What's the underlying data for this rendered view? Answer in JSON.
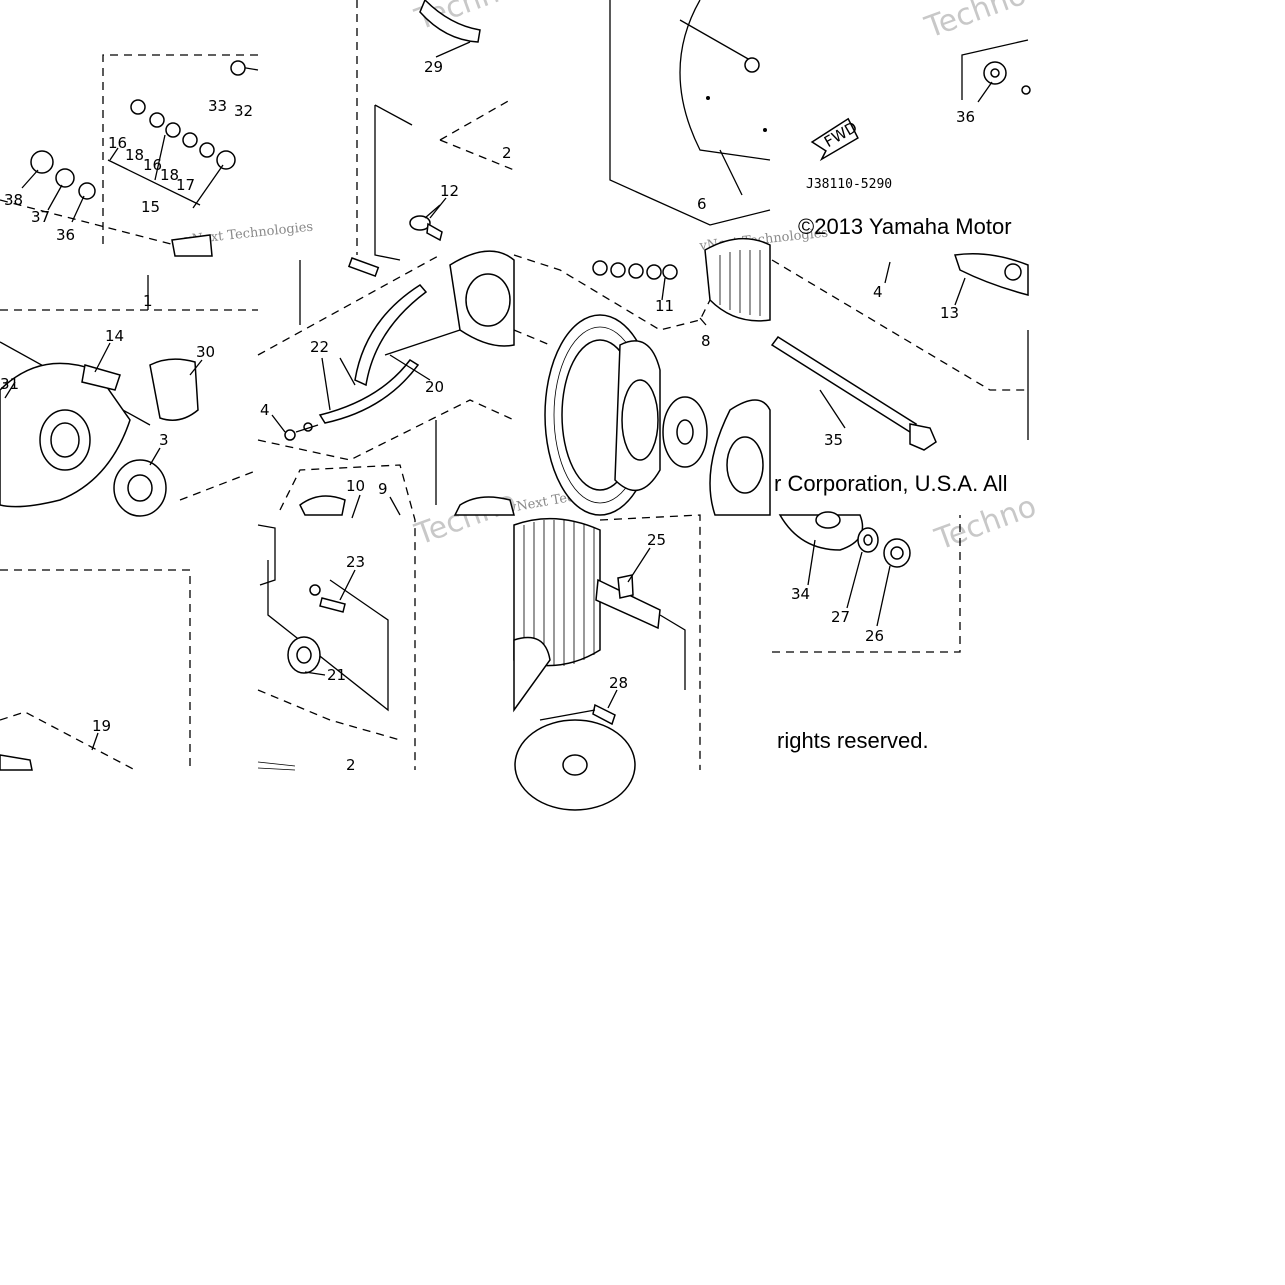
{
  "diagram": {
    "part_code": "J38110-5290",
    "fwd_label": "FWD",
    "copyright_line1": "©2013 Yamaha Motor",
    "copyright_line2": "r Corporation, U.S.A. All",
    "copyright_line3": "rights reserved.",
    "watermark_brand": "Techno",
    "watermark_small": "vNext Technologies",
    "callouts": [
      "29",
      "33",
      "32",
      "16",
      "18",
      "16",
      "18",
      "17",
      "15",
      "38",
      "37",
      "36",
      "12",
      "2",
      "6",
      "36",
      "4",
      "13",
      "8",
      "11",
      "22",
      "20",
      "14",
      "30",
      "31",
      "3",
      "4",
      "35",
      "10",
      "9",
      "23",
      "21",
      "19",
      "2",
      "25",
      "28",
      "34",
      "27",
      "26",
      "1"
    ]
  }
}
